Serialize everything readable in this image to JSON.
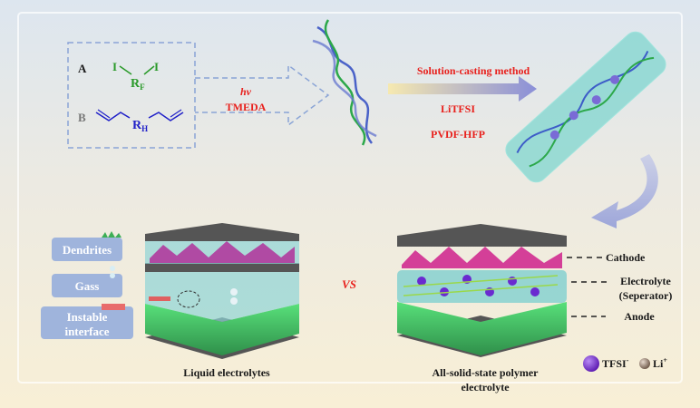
{
  "reactants": {
    "a_label": "A",
    "a_atom_left": "I",
    "a_atom_right": "I",
    "a_core": "R",
    "a_core_sub": "F",
    "b_label": "B",
    "b_core": "R",
    "b_core_sub": "H"
  },
  "reaction": {
    "condition_1": "hv",
    "condition_2": "TMEDA"
  },
  "processing": {
    "method": "Solution-casting method",
    "salt": "LiTFSI",
    "polymer": "PVDF-HFP"
  },
  "left_cell": {
    "issues": [
      "Dendrites",
      "Gass",
      "Instable",
      "interface"
    ],
    "caption": "Liquid electrolytes"
  },
  "versus": "VS",
  "right_cell": {
    "labels": {
      "cathode": "Cathode",
      "electrolyte": "Electrolyte",
      "separator": "(Seperator)",
      "anode": "Anode"
    },
    "caption_line1": "All-solid-state polymer",
    "caption_line2": "electrolyte"
  },
  "legend": {
    "tfsi": "TFSI",
    "tfsi_sup": "-",
    "li": "Li",
    "li_sup": "+"
  },
  "colors": {
    "red_text": "#e8201c",
    "rf_green": "#2a9a2a",
    "rh_blue": "#2020c8",
    "tfsi_purple": "#7a2fd0",
    "cathode_magenta": "#c02c9a",
    "anode_green": "#3cbf62"
  }
}
